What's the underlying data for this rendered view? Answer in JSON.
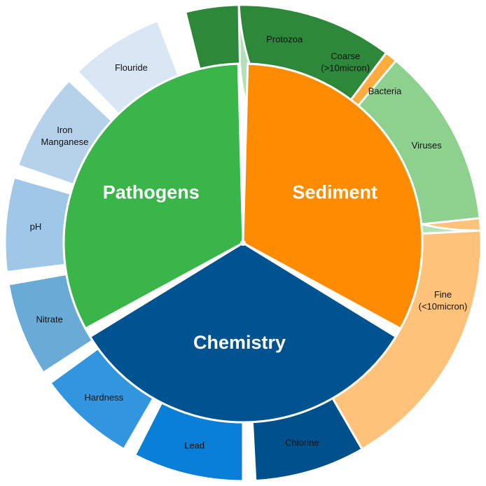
{
  "groups": [
    {
      "label": "Sediment",
      "color": "#FF8C00",
      "subs": [
        {
          "lines": [
            "Coarse",
            "(>10micron)"
          ],
          "color": "#FFAB3D"
        },
        {
          "lines": [
            "Fine",
            "(<10micron)"
          ],
          "color": "#FFC27A"
        }
      ]
    },
    {
      "label": "Chemistry",
      "color": "#005391",
      "subs": [
        {
          "lines": [
            "Chlorine"
          ],
          "color": "#00508C"
        },
        {
          "lines": [
            "Lead"
          ],
          "color": "#0A7FD8"
        },
        {
          "lines": [
            "Hardness"
          ],
          "color": "#3295DF"
        },
        {
          "lines": [
            "Nitrate"
          ],
          "color": "#6AAAD7"
        },
        {
          "lines": [
            "pH"
          ],
          "color": "#9EC7E8"
        },
        {
          "lines": [
            "Iron",
            "Manganese"
          ],
          "color": "#B6D2EA"
        },
        {
          "lines": [
            "Flouride"
          ],
          "color": "#D8E7F3"
        }
      ]
    },
    {
      "label": "Pathogens",
      "color": "#3AB54A",
      "subs": [
        {
          "lines": [
            "Protozoa"
          ],
          "color": "#2D883A"
        },
        {
          "lines": [
            "Viruses"
          ],
          "color": "#8ED18F"
        },
        {
          "lines": [
            "Bacteria"
          ],
          "color": "#B3E0B5"
        }
      ]
    }
  ]
}
